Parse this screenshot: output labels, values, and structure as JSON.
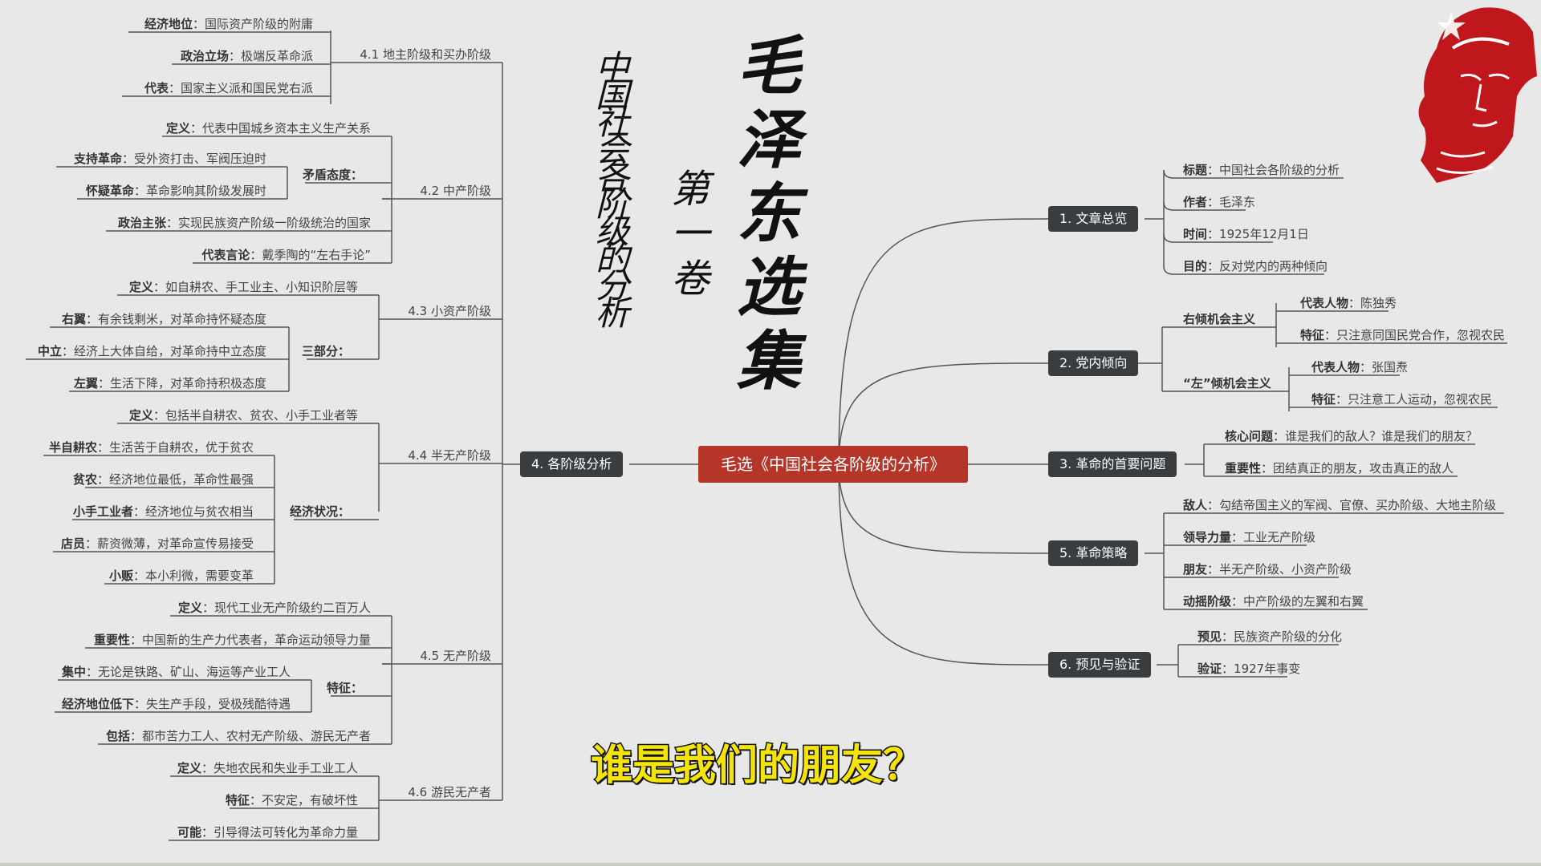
{
  "title": {
    "main_chars": [
      "毛",
      "泽",
      "东",
      "选",
      "集"
    ],
    "sub_chars": [
      "中",
      "国",
      "社",
      "会",
      "各",
      "阶",
      "级",
      "的",
      "分",
      "析"
    ],
    "volume_chars": [
      "第",
      "一",
      "卷"
    ]
  },
  "root": "毛选《中国社会各阶级的分析》",
  "caption": "谁是我们的朋友？",
  "colors": {
    "root": "#b53528",
    "node": "#3a3d3f",
    "background": "#e8e8e8",
    "caption": "#f4e409",
    "portrait": "#c0171c"
  },
  "portrait_icon": "mao-portrait-red-icon",
  "right_branches": {
    "overview": {
      "label": "1. 文章总览",
      "items": [
        {
          "k": "标题",
          "v": "中国社会各阶级的分析"
        },
        {
          "k": "作者",
          "v": "毛泽东"
        },
        {
          "k": "时间",
          "v": "1925年12月1日"
        },
        {
          "k": "目的",
          "v": "反对党内的两种倾向"
        }
      ]
    },
    "tendency": {
      "label": "2. 党内倾向",
      "right": {
        "label": "右倾机会主义",
        "items": [
          {
            "k": "代表人物",
            "v": "陈独秀"
          },
          {
            "k": "特征",
            "v": "只注意同国民党合作，忽视农民"
          }
        ]
      },
      "left": {
        "label": "“左”倾机会主义",
        "items": [
          {
            "k": "代表人物",
            "v": "张国焘"
          },
          {
            "k": "特征",
            "v": "只注意工人运动，忽视农民"
          }
        ]
      }
    },
    "primary": {
      "label": "3. 革命的首要问题",
      "items": [
        {
          "k": "核心问题",
          "v": "谁是我们的敌人？谁是我们的朋友？"
        },
        {
          "k": "重要性",
          "v": "团结真正的朋友，攻击真正的敌人"
        }
      ]
    },
    "strategy": {
      "label": "5. 革命策略",
      "items": [
        {
          "k": "敌人",
          "v": "勾结帝国主义的军阀、官僚、买办阶级、大地主阶级"
        },
        {
          "k": "领导力量",
          "v": "工业无产阶级"
        },
        {
          "k": "朋友",
          "v": "半无产阶级、小资产阶级"
        },
        {
          "k": "动摇阶级",
          "v": "中产阶级的左翼和右翼"
        }
      ]
    },
    "foresight": {
      "label": "6. 预见与验证",
      "items": [
        {
          "k": "预见",
          "v": "民族资产阶级的分化"
        },
        {
          "k": "验证",
          "v": "1927年事变"
        }
      ]
    }
  },
  "left_branch": {
    "label": "4. 各阶级分析",
    "classes": [
      {
        "label": "4.1 地主阶级和买办阶级",
        "items": [
          {
            "k": "经济地位",
            "v": "国际资产阶级的附庸"
          },
          {
            "k": "政治立场",
            "v": "极端反革命派"
          },
          {
            "k": "代表",
            "v": "国家主义派和国民党右派"
          }
        ]
      },
      {
        "label": "4.2 中产阶级",
        "def": {
          "k": "定义",
          "v": "代表中国城乡资本主义生产关系"
        },
        "group": {
          "label": "矛盾态度：",
          "items": [
            {
              "k": "支持革命",
              "v": "受外资打击、军阀压迫时"
            },
            {
              "k": "怀疑革命",
              "v": "革命影响其阶级发展时"
            }
          ]
        },
        "items": [
          {
            "k": "政治主张",
            "v": "实现民族资产阶级一阶级统治的国家"
          },
          {
            "k": "代表言论",
            "v": "戴季陶的“左右手论”"
          }
        ]
      },
      {
        "label": "4.3 小资产阶级",
        "def": {
          "k": "定义",
          "v": "如自耕农、手工业主、小知识阶层等"
        },
        "group": {
          "label": "三部分：",
          "items": [
            {
              "k": "右翼",
              "v": "有余钱剩米，对革命持怀疑态度"
            },
            {
              "k": "中立",
              "v": "经济上大体自给，对革命持中立态度"
            },
            {
              "k": "左翼",
              "v": "生活下降，对革命持积极态度"
            }
          ]
        }
      },
      {
        "label": "4.4 半无产阶级",
        "def": {
          "k": "定义",
          "v": "包括半自耕农、贫农、小手工业者等"
        },
        "group": {
          "label": "经济状况：",
          "items": [
            {
              "k": "半自耕农",
              "v": "生活苦于自耕农，优于贫农"
            },
            {
              "k": "贫农",
              "v": "经济地位最低，革命性最强"
            },
            {
              "k": "小手工业者",
              "v": "经济地位与贫农相当"
            },
            {
              "k": "店员",
              "v": "薪资微薄，对革命宣传易接受"
            },
            {
              "k": "小贩",
              "v": "本小利微，需要变革"
            }
          ]
        }
      },
      {
        "label": "4.5 无产阶级",
        "def": {
          "k": "定义",
          "v": "现代工业无产阶级约二百万人"
        },
        "def2": {
          "k": "重要性",
          "v": "中国新的生产力代表者，革命运动领导力量"
        },
        "group": {
          "label": "特征：",
          "items": [
            {
              "k": "集中",
              "v": "无论是铁路、矿山、海运等产业工人"
            },
            {
              "k": "经济地位低下",
              "v": "失生产手段，受极残酷待遇"
            }
          ]
        },
        "items": [
          {
            "k": "包括",
            "v": "都市苦力工人、农村无产阶级、游民无产者"
          }
        ]
      },
      {
        "label": "4.6 游民无产者",
        "items": [
          {
            "k": "定义",
            "v": "失地农民和失业手工业工人"
          },
          {
            "k": "特征",
            "v": "不安定，有破坏性"
          },
          {
            "k": "可能",
            "v": "引导得法可转化为革命力量"
          }
        ]
      }
    ]
  }
}
